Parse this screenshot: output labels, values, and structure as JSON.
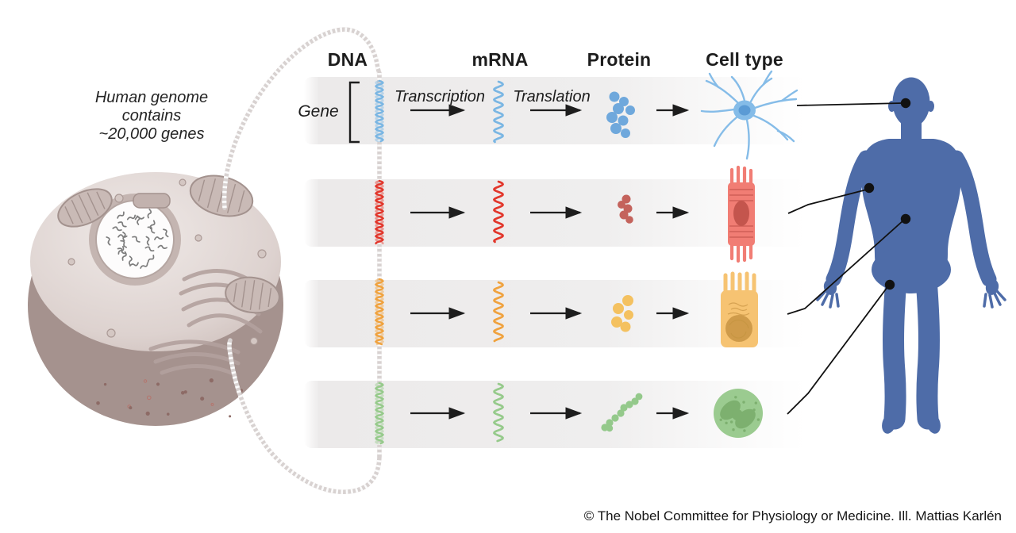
{
  "note": {
    "lines": [
      "Human genome",
      "contains",
      "~20,000 genes"
    ]
  },
  "headers": {
    "dna": "DNA",
    "mrna": "mRNA",
    "protein": "Protein",
    "cell_type": "Cell type"
  },
  "labels": {
    "gene": "Gene",
    "transcription": "Transcription",
    "translation": "Translation"
  },
  "credit": "© The Nobel Committee for Physiology or Medicine. Ill. Mattias Karlén",
  "rows": [
    {
      "name": "nerve-cell-row",
      "strand_hex": "#7ab6e3",
      "cell_hex": "#85bce8",
      "deep_hex": "#5b9bd5",
      "protein_hex": "#6fa8dc",
      "body_target": "head"
    },
    {
      "name": "muscle-cell-row",
      "strand_hex": "#e2362b",
      "cell_hex": "#f17d74",
      "deep_hex": "#c4554d",
      "protein_hex": "#c4635c",
      "body_target": "arm"
    },
    {
      "name": "intestinal-cell-row",
      "strand_hex": "#f0a23e",
      "cell_hex": "#f6c372",
      "deep_hex": "#cf9b4a",
      "protein_hex": "#f4c160",
      "body_target": "abdomen"
    },
    {
      "name": "immune-cell-row",
      "strand_hex": "#96ca8b",
      "cell_hex": "#9bcb90",
      "deep_hex": "#7db06f",
      "protein_hex": "#94c98b",
      "body_target": "thigh"
    }
  ],
  "colors": {
    "ink": "#1d1d1d",
    "band": "#ededec",
    "strand": "#d8d2d1",
    "bodyblue": "#4e6ca8",
    "cell_light": "#e7dfdd",
    "cell_mid": "#cfc2be",
    "cell_dark": "#a5928e",
    "organelle": "#b9a8a4",
    "chrom": "#7d7d7d"
  }
}
